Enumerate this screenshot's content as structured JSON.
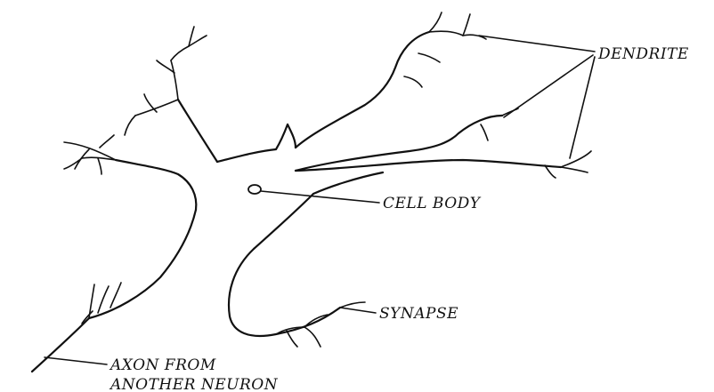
{
  "labels": {
    "dendrite": "DENDRITE",
    "cell_body": "CELL BODY",
    "synapse": "SYNAPSE",
    "axon_line1": "AXON FROM",
    "axon_line2": "ANOTHER NEURON"
  },
  "colors": {
    "ink": "#111111",
    "background": "#ffffff"
  }
}
